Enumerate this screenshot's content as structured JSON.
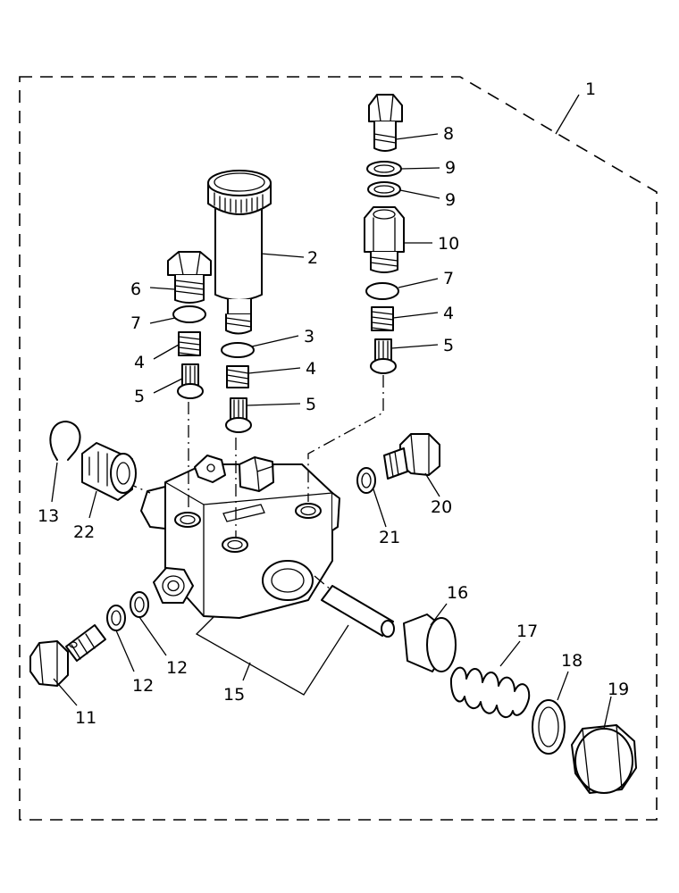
{
  "diagram": {
    "callouts": {
      "c1": "1",
      "c2": "2",
      "c3": "3",
      "c4a": "4",
      "c4b": "4",
      "c4c": "4",
      "c5a": "5",
      "c5b": "5",
      "c5c": "5",
      "c6": "6",
      "c7a": "7",
      "c7b": "7",
      "c8": "8",
      "c9a": "9",
      "c9b": "9",
      "c10": "10",
      "c11": "11",
      "c12a": "12",
      "c12b": "12",
      "c13": "13",
      "c15": "15",
      "c16": "16",
      "c17": "17",
      "c18": "18",
      "c19": "19",
      "c20": "20",
      "c21": "21",
      "c22": "22"
    }
  }
}
